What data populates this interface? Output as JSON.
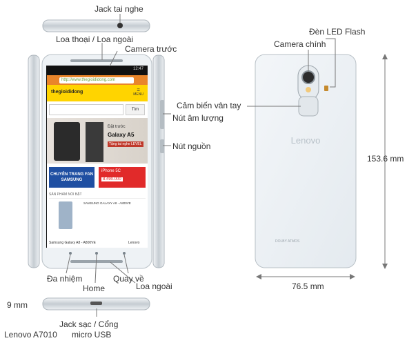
{
  "labels": {
    "headphone_jack": "Jack tai nghe",
    "speaker_top": "Loa thoại / Loa ngoài",
    "front_camera": "Camera trước",
    "fingerprint": "Cảm biến vân tay",
    "volume": "Nút âm lượng",
    "power": "Nút nguồn",
    "multitask": "Đa nhiệm",
    "home": "Home",
    "back": "Quay về",
    "speaker_bottom": "Loa ngoài",
    "led_flash": "Đèn LED Flash",
    "main_camera": "Camera chính",
    "height_dim": "153.6 mm",
    "width_dim": "76.5 mm",
    "thickness_dim": "9 mm",
    "charging_port": "Jack sạc / Cổng",
    "charging_port_2": "micro USB",
    "model": "Lenovo A7010"
  },
  "phone": {
    "time": "12:47",
    "back_brand": "Lenovo",
    "back_badge": "DOLBY ATMOS",
    "web": {
      "url": "http://www.thegioididong.com",
      "logo": "thegioididong",
      "menu": "MENU",
      "search_button": "Tìm",
      "banner_line1": "Đặt trước",
      "banner_line2": "Galaxy A5",
      "banner_line3": "Tặng tai nghe LEVEL",
      "promo1": "CHUYÊN TRANG FAN SAMSUNG",
      "promo2_title": "iPhone 5C",
      "promo2_price": "8.490.000",
      "section": "SẢN PHẨM NỔI BẬT",
      "product_name": "SAMSUNG GALAXY A8 - A800VE",
      "footer_left": "Samsung Galaxy A8 - A800VE",
      "footer_right": "Lenovo"
    }
  },
  "colors": {
    "phone_body": "#eef2f5",
    "phone_edge": "#c9d0d6",
    "screen_bezel": "#111111",
    "web_accent": "#ffd400",
    "line": "#777777"
  }
}
